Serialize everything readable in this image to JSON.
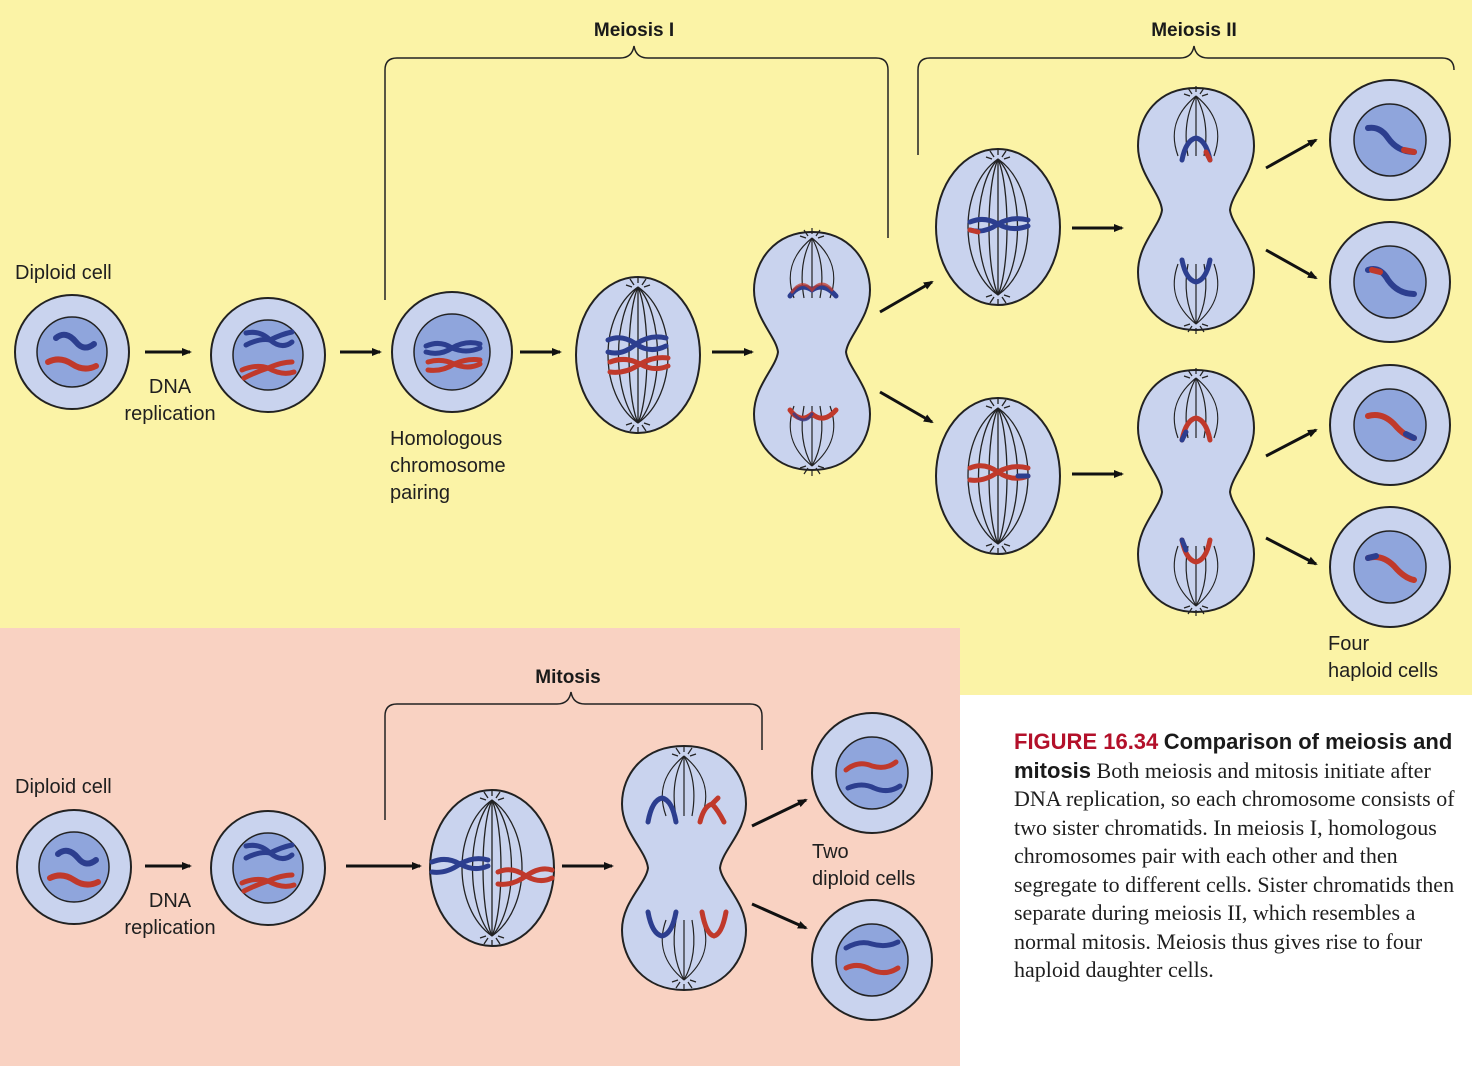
{
  "meiosis": {
    "label_meiosis_i": "Meiosis I",
    "label_meiosis_ii": "Meiosis II",
    "label_diploid_cell": "Diploid cell",
    "label_dna_1": "DNA",
    "label_dna_2": "replication",
    "label_pairing_1": "Homologous",
    "label_pairing_2": "chromosome",
    "label_pairing_3": "pairing",
    "label_four_1": "Four",
    "label_four_2": "haploid cells"
  },
  "mitosis": {
    "label_mitosis": "Mitosis",
    "label_diploid_cell": "Diploid cell",
    "label_dna_1": "DNA",
    "label_dna_2": "replication",
    "label_two_1": "Two",
    "label_two_2": "diploid cells"
  },
  "caption": {
    "figure_number": "FIGURE 16.34",
    "title": "Comparison of meiosis and mitosis",
    "body": "Both meiosis and mitosis initiate after DNA replication, so each chromosome consists of two sister chromatids. In meiosis I, homologous chromosomes pair with each other and then segregate to different cells. Sister chromatids then separate during meiosis II, which resembles a normal mitosis. Meiosis thus gives rise to four haploid daughter cells."
  },
  "colors": {
    "meiosis_panel": "#fbf3a6",
    "mitosis_panel": "#f9d2c2",
    "cell_fill": "#c9d3ee",
    "nucleus_fill": "#8fa5dc",
    "chromosome_blue": "#2c3e8f",
    "chromosome_red": "#c0392b",
    "figure_label": "#b3102a"
  }
}
